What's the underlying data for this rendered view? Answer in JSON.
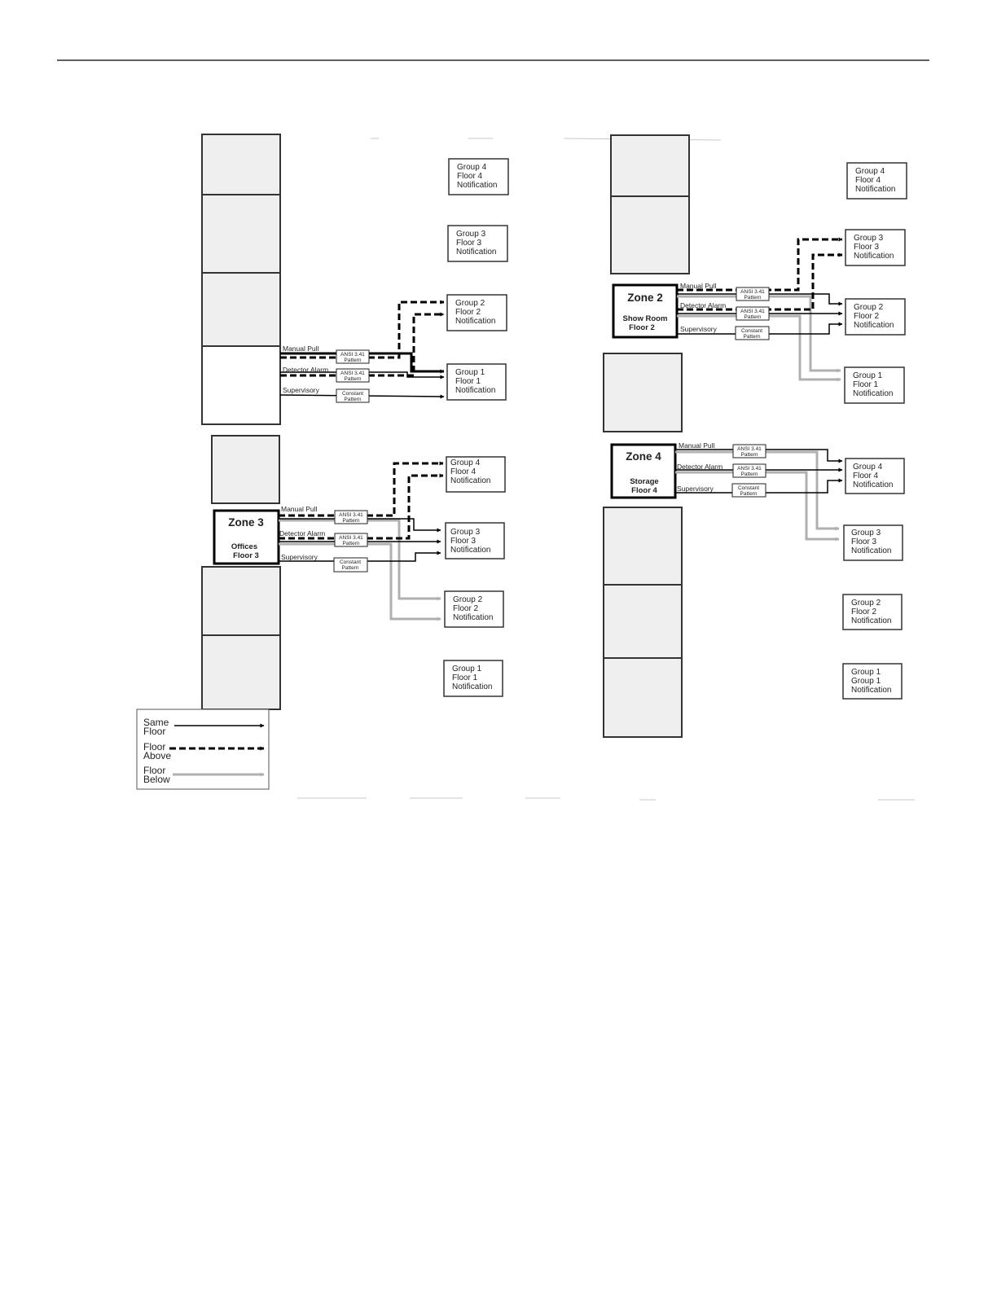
{
  "legend": {
    "same_floor": [
      "Same",
      "Floor"
    ],
    "floor_above": [
      "Floor",
      "Above"
    ],
    "floor_below": [
      "Floor",
      "Below"
    ]
  },
  "colors": {
    "same": "#000000",
    "above": "#000000",
    "below": "#b0b0b0",
    "floor_fill": "#efefef"
  },
  "inputs": {
    "manual_pull": "Manual Pull",
    "detector_alarm": "Detector Alarm",
    "supervisory": "Supervisory"
  },
  "patterns": {
    "ansi": [
      "ANSI 3.41",
      "Pattern"
    ],
    "constant": [
      "Constant",
      "Pattern"
    ]
  },
  "diagram_a": {
    "zone3": {
      "title": "Zone 3",
      "line1": "Offices",
      "line2": "Floor 3"
    },
    "groups": [
      [
        "Group 4",
        "Floor 4",
        "Notification"
      ],
      [
        "Group 3",
        "Floor 3",
        "Notification"
      ],
      [
        "Group 2",
        "Floor 2",
        "Notification"
      ],
      [
        "Group 1",
        "Floor 1",
        "Notification"
      ]
    ],
    "groups_lower": [
      [
        "Group 4",
        "Floor 4",
        "Notification"
      ],
      [
        "Group 3",
        "Floor 3",
        "Notification"
      ],
      [
        "Group 2",
        "Floor 2",
        "Notification"
      ],
      [
        "Group 1",
        "Floor 1",
        "Notification"
      ]
    ]
  },
  "diagram_b": {
    "zone2": {
      "title": "Zone 2",
      "line1": "Show Room",
      "line2": "Floor 2"
    },
    "zone4": {
      "title": "Zone 4",
      "line1": "Storage",
      "line2": "Floor 4"
    },
    "groups": [
      [
        "Group 4",
        "Floor 4",
        "Notification"
      ],
      [
        "Group 3",
        "Floor 3",
        "Notification"
      ],
      [
        "Group 2",
        "Floor 2",
        "Notification"
      ],
      [
        "Group 1",
        "Floor 1",
        "Notification"
      ]
    ],
    "groups_lower": [
      [
        "Group 4",
        "Floor 4",
        "Notification"
      ],
      [
        "Group 3",
        "Floor 3",
        "Notification"
      ],
      [
        "Group 2",
        "Floor 2",
        "Notification"
      ],
      [
        "Group 1",
        "Group 1",
        "Notification"
      ]
    ]
  }
}
